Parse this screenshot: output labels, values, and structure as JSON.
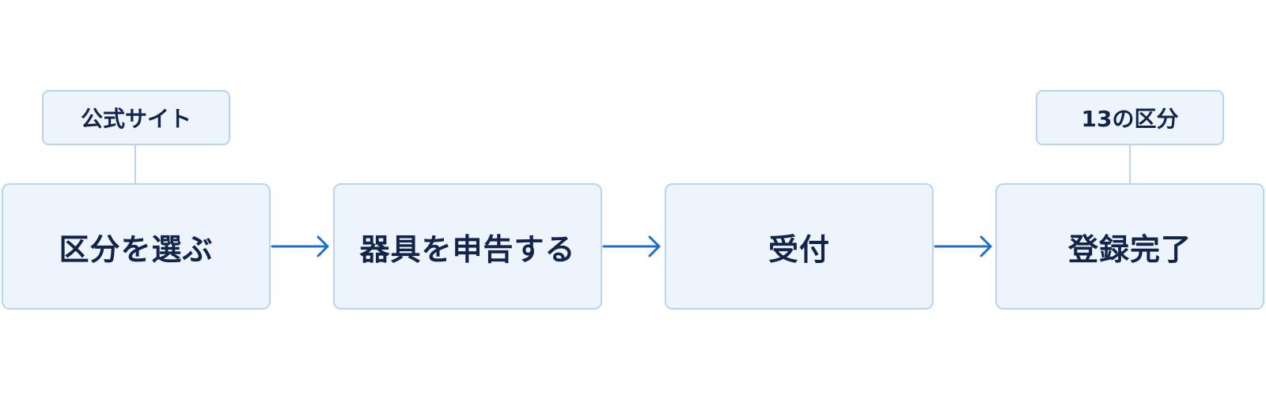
{
  "steps": [
    {
      "label": "区分を選ぶ"
    },
    {
      "label": "器具を申告する"
    },
    {
      "label": "受付"
    },
    {
      "label": "登録完了"
    }
  ],
  "notes": [
    {
      "label": "公式サイト",
      "attached_to_step": 0
    },
    {
      "label": "13の区分",
      "attached_to_step": 3
    }
  ],
  "colors": {
    "box_fill": "#eef4fb",
    "box_border": "#b9d4ee",
    "text": "#12244a",
    "arrow": "#1f6fc9"
  }
}
